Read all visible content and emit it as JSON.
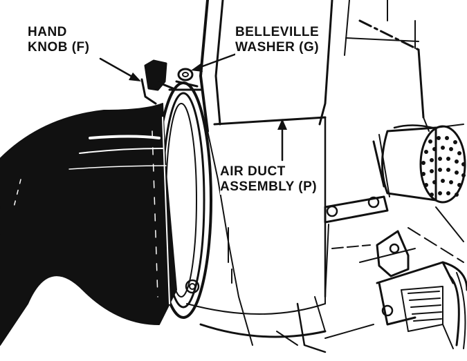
{
  "labels": {
    "hand_knob": {
      "line1": "HAND",
      "line2": "KNOB (F)"
    },
    "belleville_washer": {
      "line1": "BELLEVILLE",
      "line2": "WASHER (G)"
    },
    "air_duct": {
      "line1": "AIR DUCT",
      "line2": "ASSEMBLY (P)"
    }
  },
  "colors": {
    "ink": "#111111",
    "paper": "#ffffff"
  }
}
